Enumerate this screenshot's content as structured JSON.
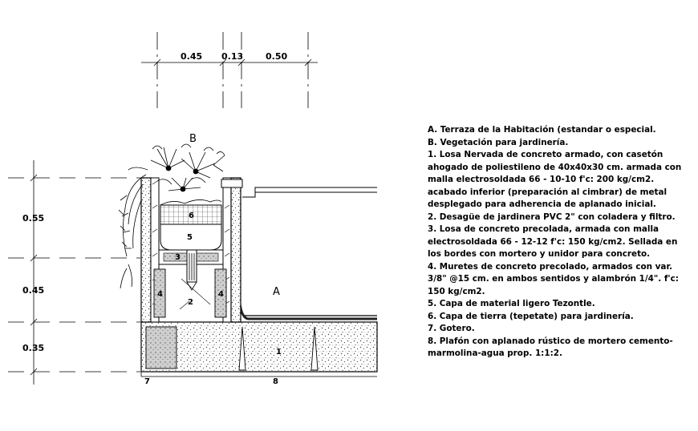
{
  "dimensions": {
    "top": [
      "0.45",
      "0.13",
      "0.50"
    ],
    "left": [
      "0.55",
      "0.45",
      "0.35"
    ]
  },
  "labels": {
    "b": "B",
    "a": "A",
    "n1": "1",
    "n2": "2",
    "n3": "3",
    "n4_left": "4",
    "n4_right": "4",
    "n5": "5",
    "n6": "6",
    "n7": "7",
    "n8": "8"
  },
  "notes": [
    "A. Terraza de la Habitación (estandar o especial.",
    "B. Vegetación para jardinería.",
    "1. Losa Nervada de concreto armado, con casetón ahogado de poliestileno de 40x40x30 cm. armada con malla electrosoldada 66 - 10-10 f'c: 200 kg/cm2. acabado inferior (preparación al cimbrar) de metal desplegado para adherencia de aplanado inicial.",
    "2. Desagüe de jardinera PVC 2\" con coladera y filtro.",
    "3. Losa de concreto precolada, armada con malla electrosoldada 66 - 12-12 f'c: 150 kg/cm2. Sellada en los bordes con mortero y unidor para concreto.",
    "4. Muretes de concreto precolado, armados con var. 3/8\" @15 cm. en ambos sentidos y alambrón 1/4\". f'c: 150 kg/cm2.",
    "5. Capa de material ligero Tezontle.",
    "6. Capa de tierra (tepetate) para jardinería.",
    "7. Gotero.",
    "8. Plafón con aplanado rústico de mortero cemento-marmolina-agua prop. 1:1:2."
  ]
}
